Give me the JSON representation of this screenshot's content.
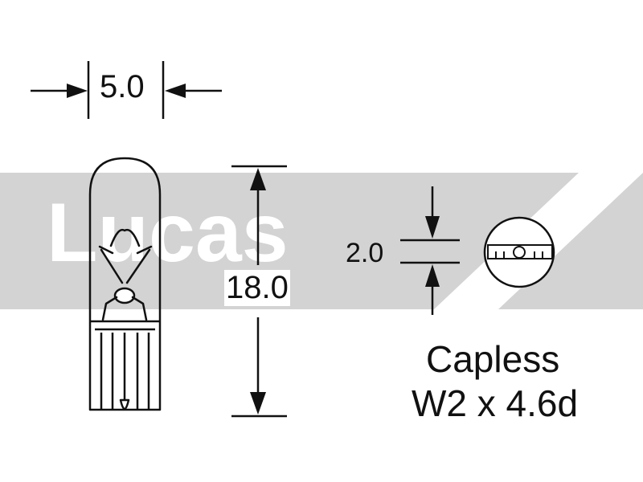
{
  "diagram": {
    "watermark": {
      "text": "Lucas",
      "band_color": "#d3d3d3",
      "text_color": "#ffffff"
    },
    "dimensions": {
      "width": "5.0",
      "height": "18.0",
      "gap": "2.0"
    },
    "type_label": "Capless",
    "spec_label": "W2 x 4.6d",
    "line_color": "#111111"
  }
}
